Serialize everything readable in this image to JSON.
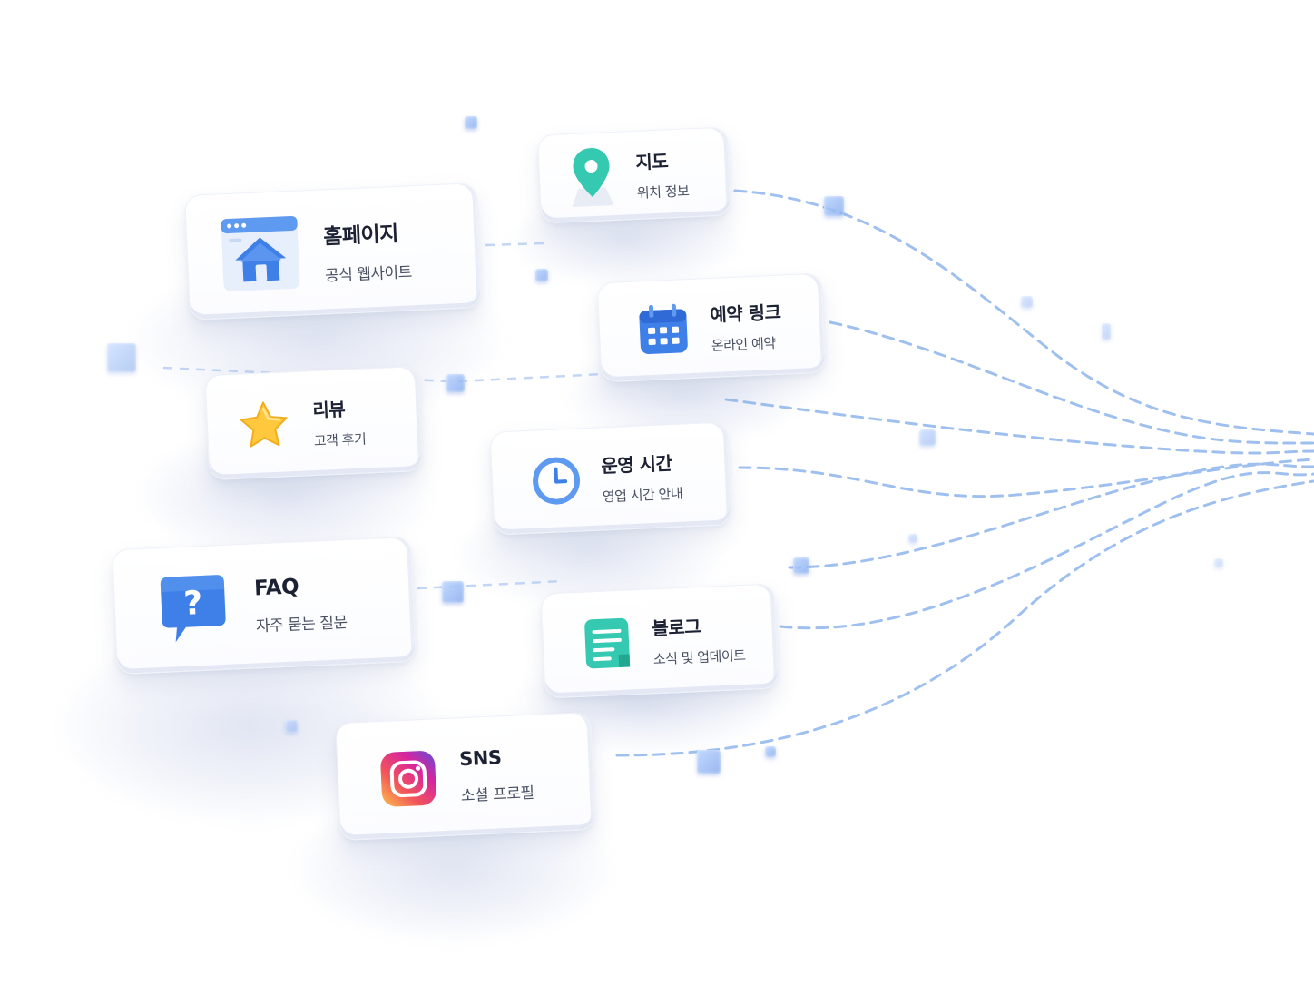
{
  "cards": [
    {
      "title": "홈페이지",
      "subtitle": "공식 웹사이트",
      "icon": "home-icon"
    },
    {
      "title": "지도",
      "subtitle": "위치 정보",
      "icon": "map-pin-icon"
    },
    {
      "title": "예약 링크",
      "subtitle": "온라인 예약",
      "icon": "calendar-icon"
    },
    {
      "title": "리뷰",
      "subtitle": "고객 후기",
      "icon": "star-icon"
    },
    {
      "title": "운영 시간",
      "subtitle": "영업 시간 안내",
      "icon": "clock-icon"
    },
    {
      "title": "FAQ",
      "subtitle": "자주 묻는 질문",
      "icon": "question-bubble-icon"
    },
    {
      "title": "블로그",
      "subtitle": "소식 및 업데이트",
      "icon": "document-icon"
    },
    {
      "title": "SNS",
      "subtitle": "소셜 프로필",
      "icon": "instagram-icon"
    }
  ],
  "colors": {
    "line": "#8fb6ec",
    "title": "#1c2233",
    "subtitle": "#4a5163",
    "blue_icon": "#3f7fe8",
    "teal_icon": "#34c9b0",
    "star": "#ffc83d"
  }
}
